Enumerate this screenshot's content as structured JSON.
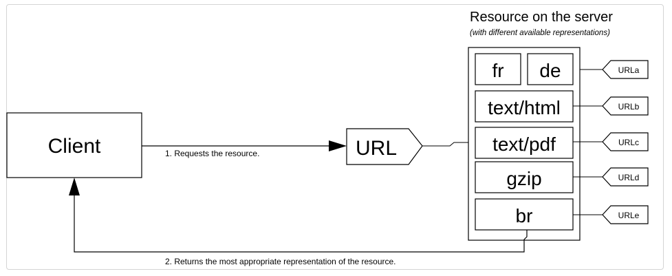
{
  "client": {
    "label": "Client"
  },
  "url_node": {
    "label": "URL"
  },
  "request": {
    "label": "1. Requests the resource."
  },
  "response": {
    "label": "2. Returns the most appropriate representation of the resource."
  },
  "server": {
    "title": "Resource on the server",
    "subtitle": "(with different available representations)"
  },
  "representations": {
    "fr": "fr",
    "de": "de",
    "html": "text/html",
    "pdf": "text/pdf",
    "gzip": "gzip",
    "br": "br"
  },
  "url_tags": {
    "a": "URLa",
    "b": "URLb",
    "c": "URLc",
    "d": "URLd",
    "e": "URLe"
  },
  "colors": {
    "stroke": "#000000",
    "frame_border": "#d4d4d4",
    "background": "#ffffff"
  }
}
